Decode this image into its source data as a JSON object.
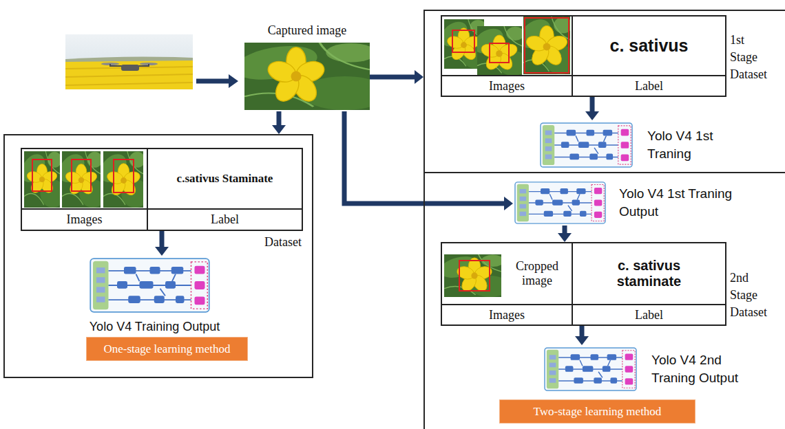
{
  "diagram": {
    "nodes": [
      {
        "text": [
          "Captured image"
        ]
      },
      {
        "text": [
          "1st Stage Dataset"
        ]
      },
      {
        "text": [
          "c. sativus",
          "Images",
          "Label"
        ],
        "in": 1
      },
      {
        "text": [
          "Yolo V4 1st Traning"
        ],
        "in": 1
      },
      {
        "text": [
          "Dataset"
        ]
      },
      {
        "text": [
          "c.sativus Staminate",
          "Images",
          "Label"
        ],
        "in": 4
      },
      {
        "text": [
          "Yolo V4 Training Output"
        ],
        "in": 4
      },
      {
        "text": [
          "One-stage learning method"
        ],
        "in": 4
      },
      {
        "text": [
          "2nd Stage Dataset"
        ]
      },
      {
        "text": [
          "Yolo V4 1st Traning Output"
        ],
        "in": 8
      },
      {
        "text": [
          "Cropped image",
          "c. sativus staminate",
          "Images",
          "Label"
        ],
        "in": 8
      },
      {
        "text": [
          "Yolo V4 2nd Traning Output"
        ],
        "in": 8
      },
      {
        "text": [
          "Two-stage learning method"
        ],
        "in": 8
      }
    ],
    "edges": [
      {
        "from": 0,
        "to": 1,
        "arrow": "to"
      },
      {
        "from": 0,
        "to": 4,
        "arrow": "to"
      },
      {
        "from": 0,
        "to": 9,
        "arrow": "to"
      },
      {
        "from": 2,
        "to": 3,
        "arrow": "to"
      },
      {
        "from": 5,
        "to": 6,
        "arrow": "to"
      },
      {
        "from": 9,
        "to": 10,
        "arrow": "to"
      },
      {
        "from": 10,
        "to": 11,
        "arrow": "to"
      }
    ]
  }
}
